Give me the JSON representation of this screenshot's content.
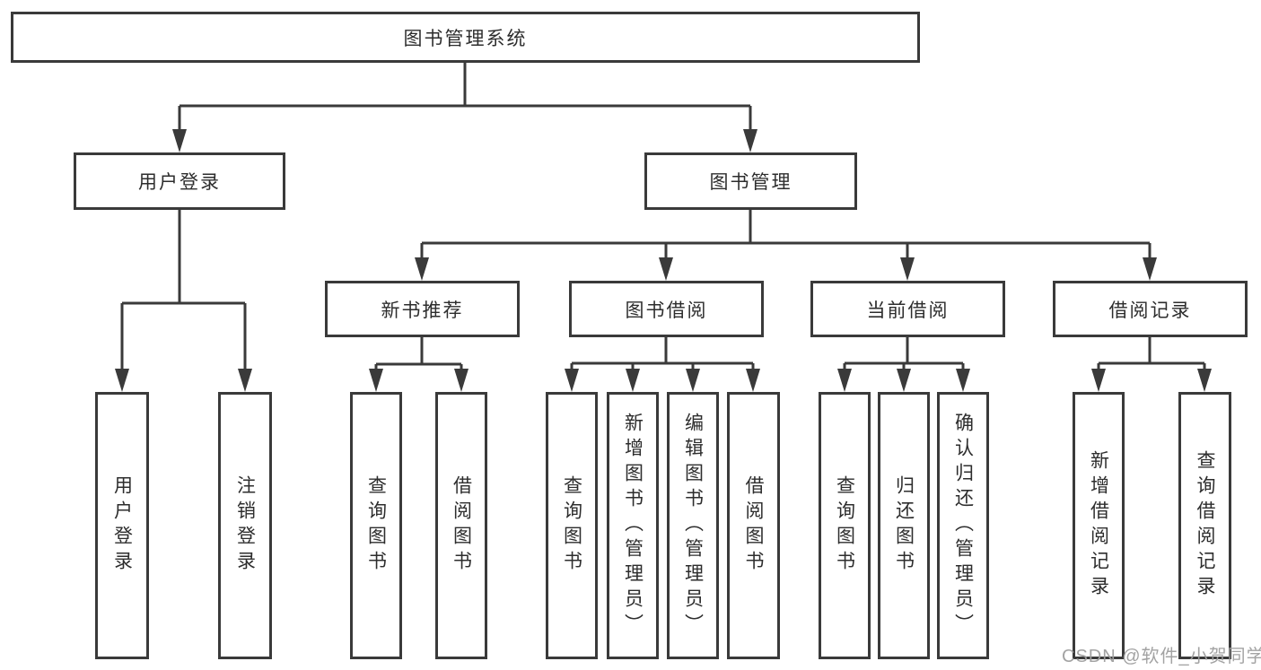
{
  "diagram": {
    "watermark": "CSDN @软件_小贺同学",
    "colors": {
      "line": "#3a3a3a",
      "text": "#2d2d2d",
      "background": "#ffffff",
      "watermark": "#9e9e9e"
    },
    "tree": {
      "root": {
        "label": "图书管理系统",
        "children": [
          {
            "label": "用户登录",
            "children": [
              {
                "label": "用户登录"
              },
              {
                "label": "注销登录"
              }
            ]
          },
          {
            "label": "图书管理",
            "children": [
              {
                "label": "新书推荐",
                "children": [
                  {
                    "label": "查询图书"
                  },
                  {
                    "label": "借阅图书"
                  }
                ]
              },
              {
                "label": "图书借阅",
                "children": [
                  {
                    "label": "查询图书"
                  },
                  {
                    "label": "新增图书（管理员）"
                  },
                  {
                    "label": "编辑图书（管理员）"
                  },
                  {
                    "label": "借阅图书"
                  }
                ]
              },
              {
                "label": "当前借阅",
                "children": [
                  {
                    "label": "查询图书"
                  },
                  {
                    "label": "归还图书"
                  },
                  {
                    "label": "确认归还（管理员）"
                  }
                ]
              },
              {
                "label": "借阅记录",
                "children": [
                  {
                    "label": "新增借阅记录"
                  },
                  {
                    "label": "查询借阅记录"
                  }
                ]
              }
            ]
          }
        ]
      }
    }
  }
}
